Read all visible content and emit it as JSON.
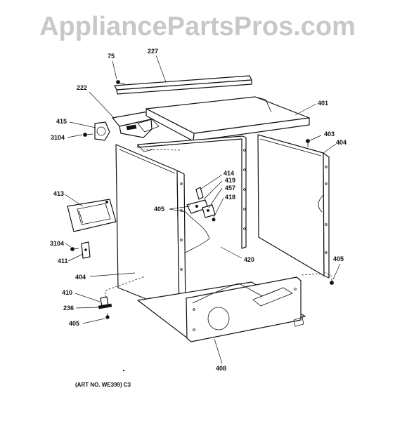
{
  "watermark": "AppliancePartsPros.com",
  "caption": "(ART NO. WE399) C3",
  "callouts": {
    "c75": "75",
    "c227": "227",
    "c222": "222",
    "c401": "401",
    "c415": "415",
    "c3104a": "3104",
    "c403": "403",
    "c404r": "404",
    "c414": "414",
    "c419": "419",
    "c457": "457",
    "c418": "418",
    "c405m": "405",
    "c413": "413",
    "c3104b": "3104",
    "c411": "411",
    "c420": "420",
    "c405r": "405",
    "c404l": "404",
    "c410": "410",
    "c236": "236",
    "c405b": "405",
    "c408": "408"
  }
}
